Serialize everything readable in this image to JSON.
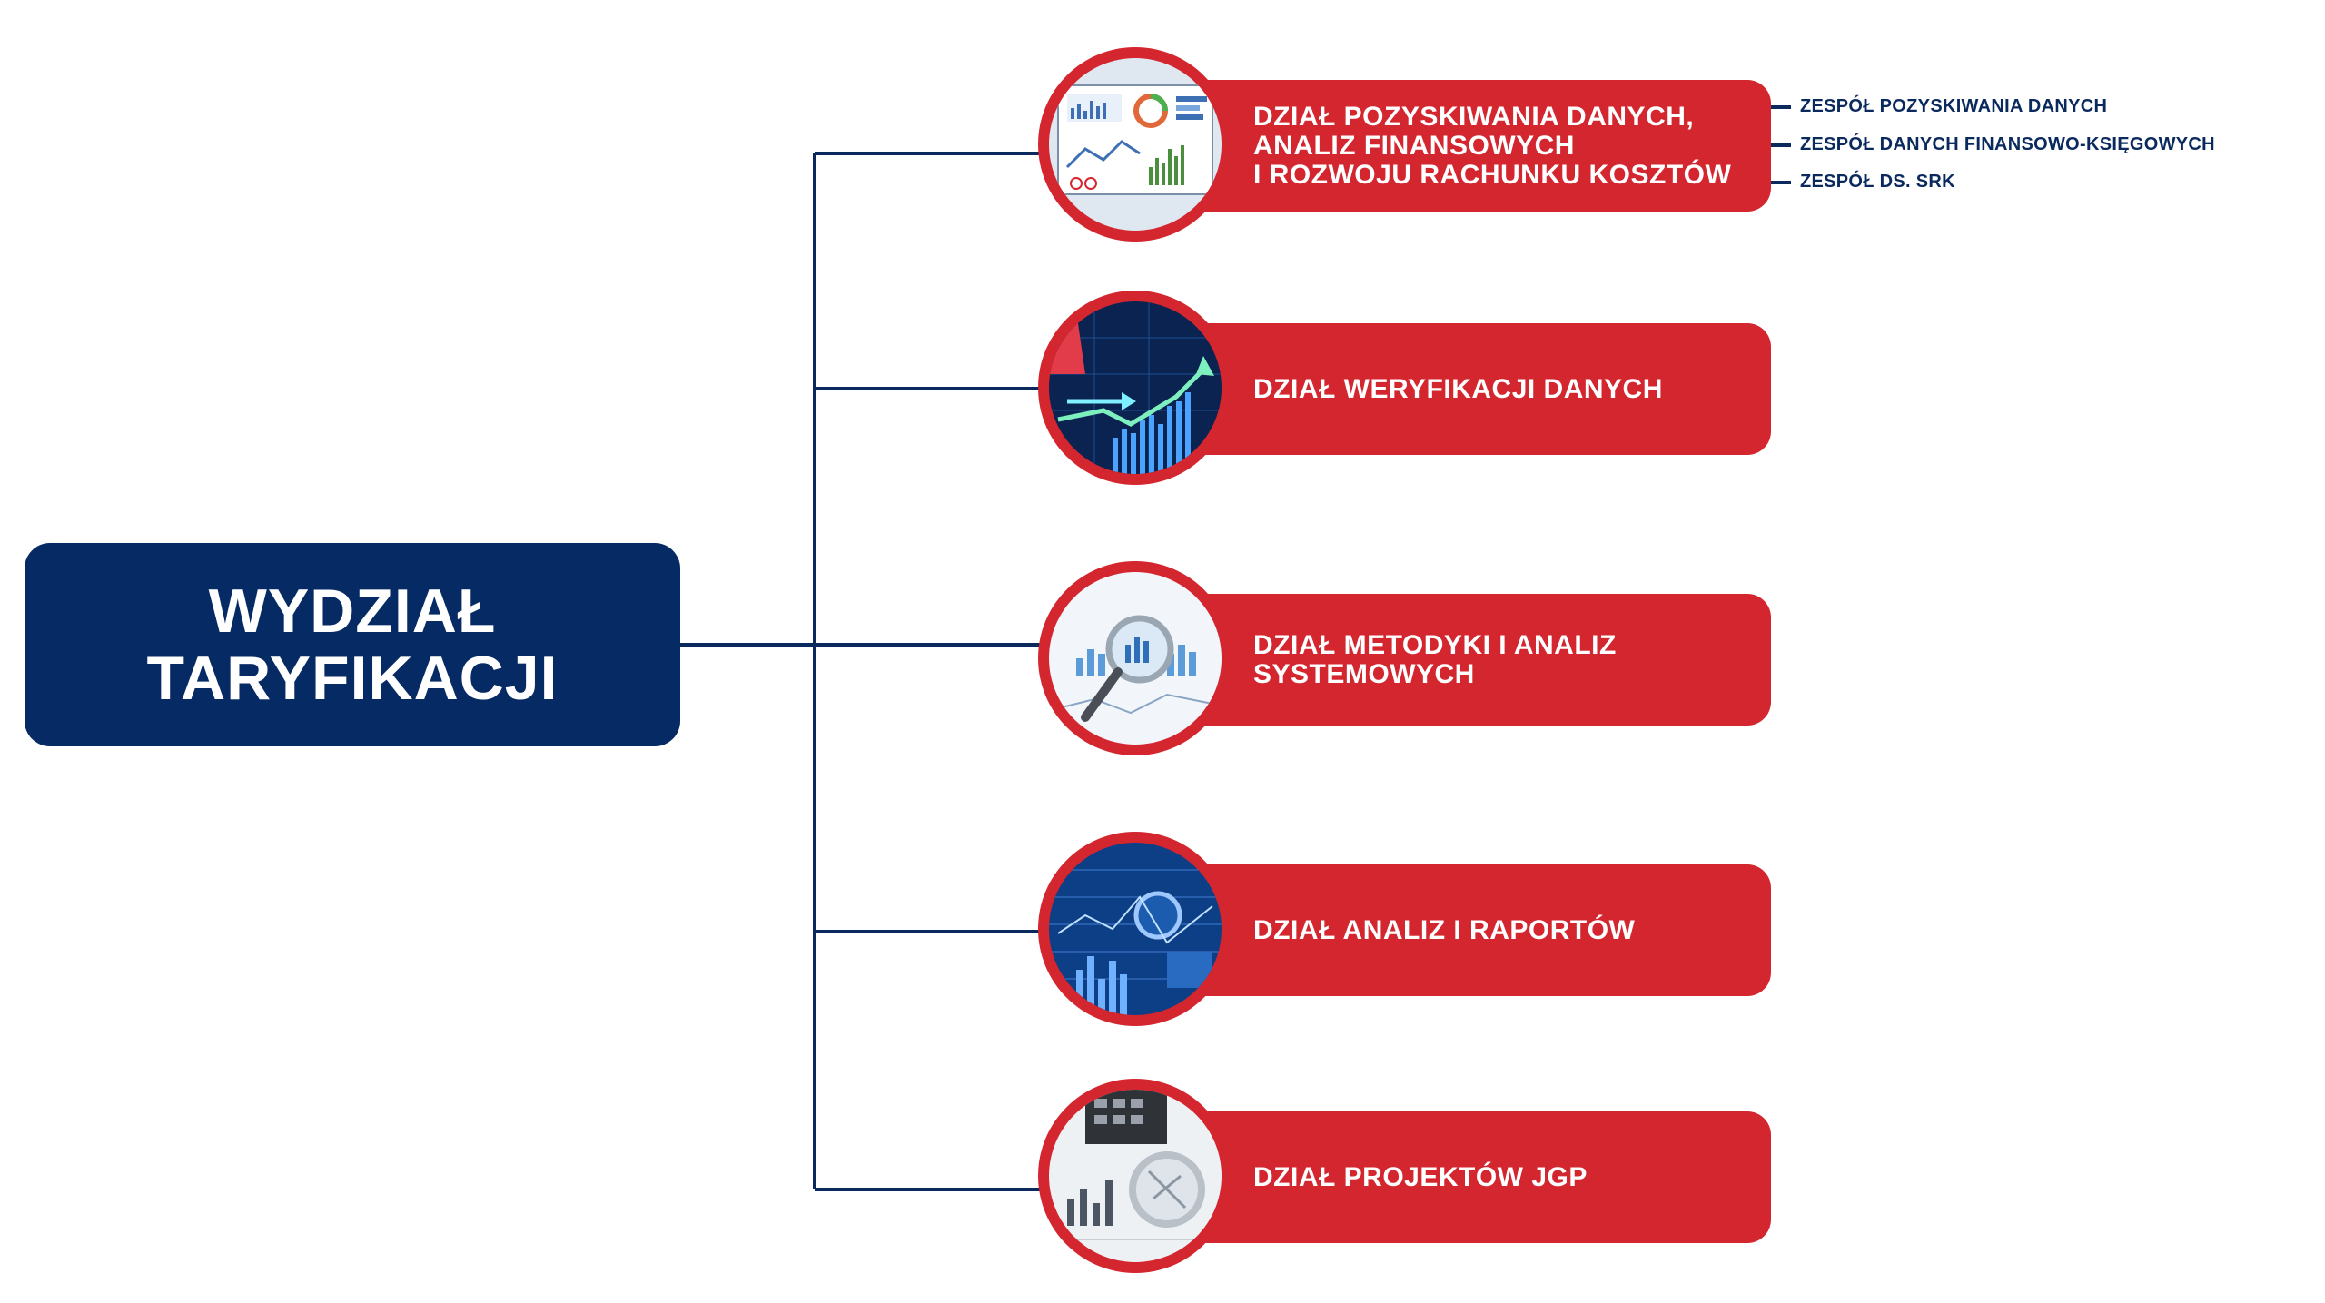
{
  "root": {
    "line1": "WYDZIAŁ",
    "line2": "TARYFIKACJI"
  },
  "departments": [
    {
      "lines": [
        "DZIAŁ POZYSKIWANIA DANYCH,",
        "ANALIZ FINANSOWYCH",
        "I ROZWOJU RACHUNKU KOSZTÓW"
      ],
      "image": "dashboard-charts-image"
    },
    {
      "lines": [
        "DZIAŁ WERYFIKACJI DANYCH"
      ],
      "image": "stock-chart-arrows-image"
    },
    {
      "lines": [
        "DZIAŁ METODYKI I ANALIZ",
        "SYSTEMOWYCH"
      ],
      "image": "magnifier-on-charts-image"
    },
    {
      "lines": [
        "DZIAŁ ANALIZ I RAPORTÓW"
      ],
      "image": "blue-data-analysis-image"
    },
    {
      "lines": [
        "DZIAŁ PROJEKTÓW JGP"
      ],
      "image": "calculator-and-report-image"
    }
  ],
  "teams": [
    "ZESPÓŁ POZYSKIWANIA DANYCH",
    "ZESPÓŁ DANYCH FINANSOWO-KSIĘGOWYCH",
    "ZESPÓŁ DS. SRK"
  ],
  "colors": {
    "navy": "#062a63",
    "red": "#d3262f",
    "line": "#0a2a5e",
    "background": "#ffffff"
  }
}
